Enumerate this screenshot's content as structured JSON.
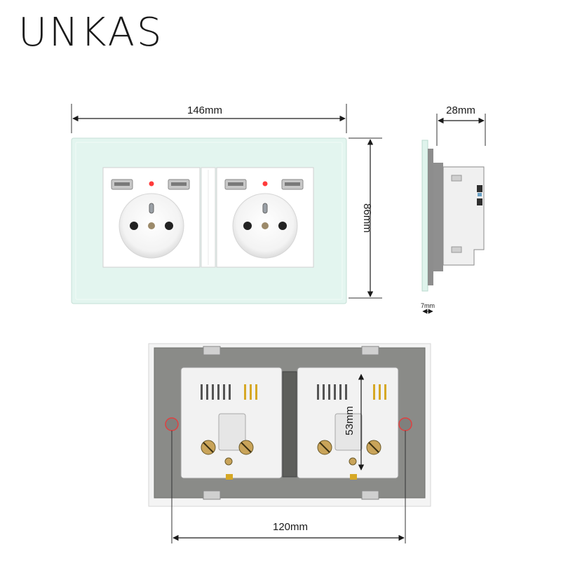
{
  "brand": {
    "name": "UNKAS"
  },
  "dimensions": {
    "front_width": "146mm",
    "front_height": "86mm",
    "side_depth": "28mm",
    "glass_thickness": "7mm",
    "back_height": "53mm",
    "back_width": "120mm"
  },
  "colors": {
    "glass": "#e3f5ef",
    "plate": "#8a8b88",
    "module": "#f2f2f2",
    "screw_marker": "#e04040",
    "led": "#ff3b3b"
  }
}
